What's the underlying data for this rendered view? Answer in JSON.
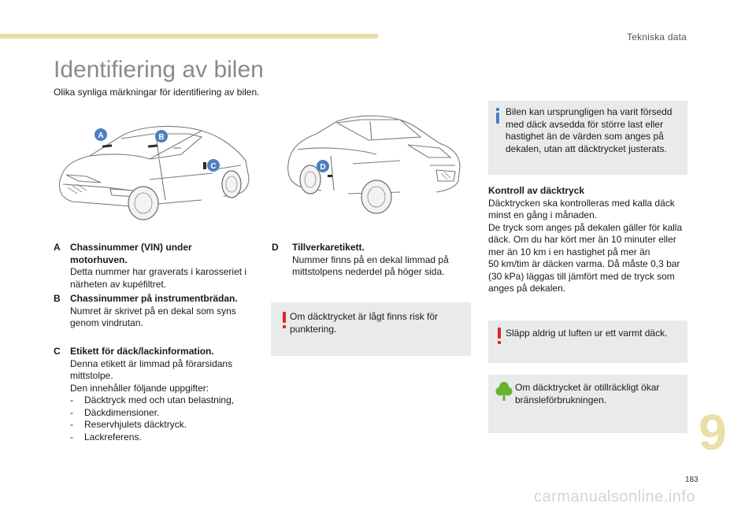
{
  "header": {
    "section_label": "Tekniska data"
  },
  "page": {
    "title": "Identifiering av bilen",
    "subtitle": "Olika synliga märkningar för identifiering av bilen."
  },
  "markers": {
    "a": "A",
    "b": "B",
    "c": "C",
    "d": "D"
  },
  "items": {
    "a": {
      "letter": "A",
      "head_1": "Chassinummer (VIN) under",
      "head_2": "motorhuven.",
      "line_1": "Detta nummer har graverats i karosseriet i",
      "line_2": "närheten av kupéfiltret."
    },
    "b": {
      "letter": "B",
      "head": "Chassinummer på instrumentbrädan.",
      "line_1": "Numret är skrivet på en dekal som syns",
      "line_2": "genom vindrutan."
    },
    "c": {
      "letter": "C",
      "head": "Etikett för däck/lackinformation.",
      "line_1": "Denna etikett är limmad på förarsidans",
      "line_2": "mittstolpe.",
      "line_3": "Den innehåller följande uppgifter:",
      "bullets": [
        "Däcktryck med och utan belastning,",
        "Däckdimensioner.",
        "Reservhjulets däcktryck.",
        "Lackreferens."
      ]
    },
    "d": {
      "letter": "D",
      "head": "Tillverkaretikett.",
      "line_1": "Nummer finns på en dekal limmad på",
      "line_2": "mittstolpens nederdel på höger sida."
    }
  },
  "notes": {
    "info": {
      "icon": "info-icon",
      "lines": [
        "Bilen kan ursprungligen ha varit försedd",
        "med däck avsedda för större last eller",
        "hastighet än de värden som anges på",
        "dekalen, utan att däcktrycket justerats."
      ]
    },
    "warn_low": {
      "icon": "warning-icon",
      "lines": [
        "Om däcktrycket är lågt finns risk för",
        "punktering."
      ]
    },
    "warn_hot": {
      "icon": "warning-icon",
      "lines": [
        "Släpp aldrig ut luften ur ett varmt däck."
      ]
    },
    "eco": {
      "icon": "eco-tree-icon",
      "lines": [
        "Om däcktrycket är otillräckligt ökar",
        "bränsleförbrukningen."
      ]
    }
  },
  "tyre_check": {
    "head": "Kontroll av däcktryck",
    "lines": [
      "Däcktrycken ska kontrolleras med kalla däck",
      "minst en gång i månaden.",
      "De tryck som anges på dekalen gäller för kalla",
      "däck. Om du har kört mer än 10 minuter eller",
      "mer än 10 km i en hastighet på mer än",
      "50 km/tim är däcken varma. Då måste 0,3 bar",
      "(30 kPa) läggas till jämfört med de tryck som",
      "anges på dekalen."
    ]
  },
  "footer": {
    "chapter": "9",
    "page_number": "183",
    "watermark": "carmanualsonline.info"
  },
  "colors": {
    "accent": "#e8dfa8",
    "marker": "#4e7fbf",
    "warning": "#e0242b",
    "info": "#4e7fbf",
    "eco": "#63b32e",
    "note_bg": "#e9ebeb"
  }
}
